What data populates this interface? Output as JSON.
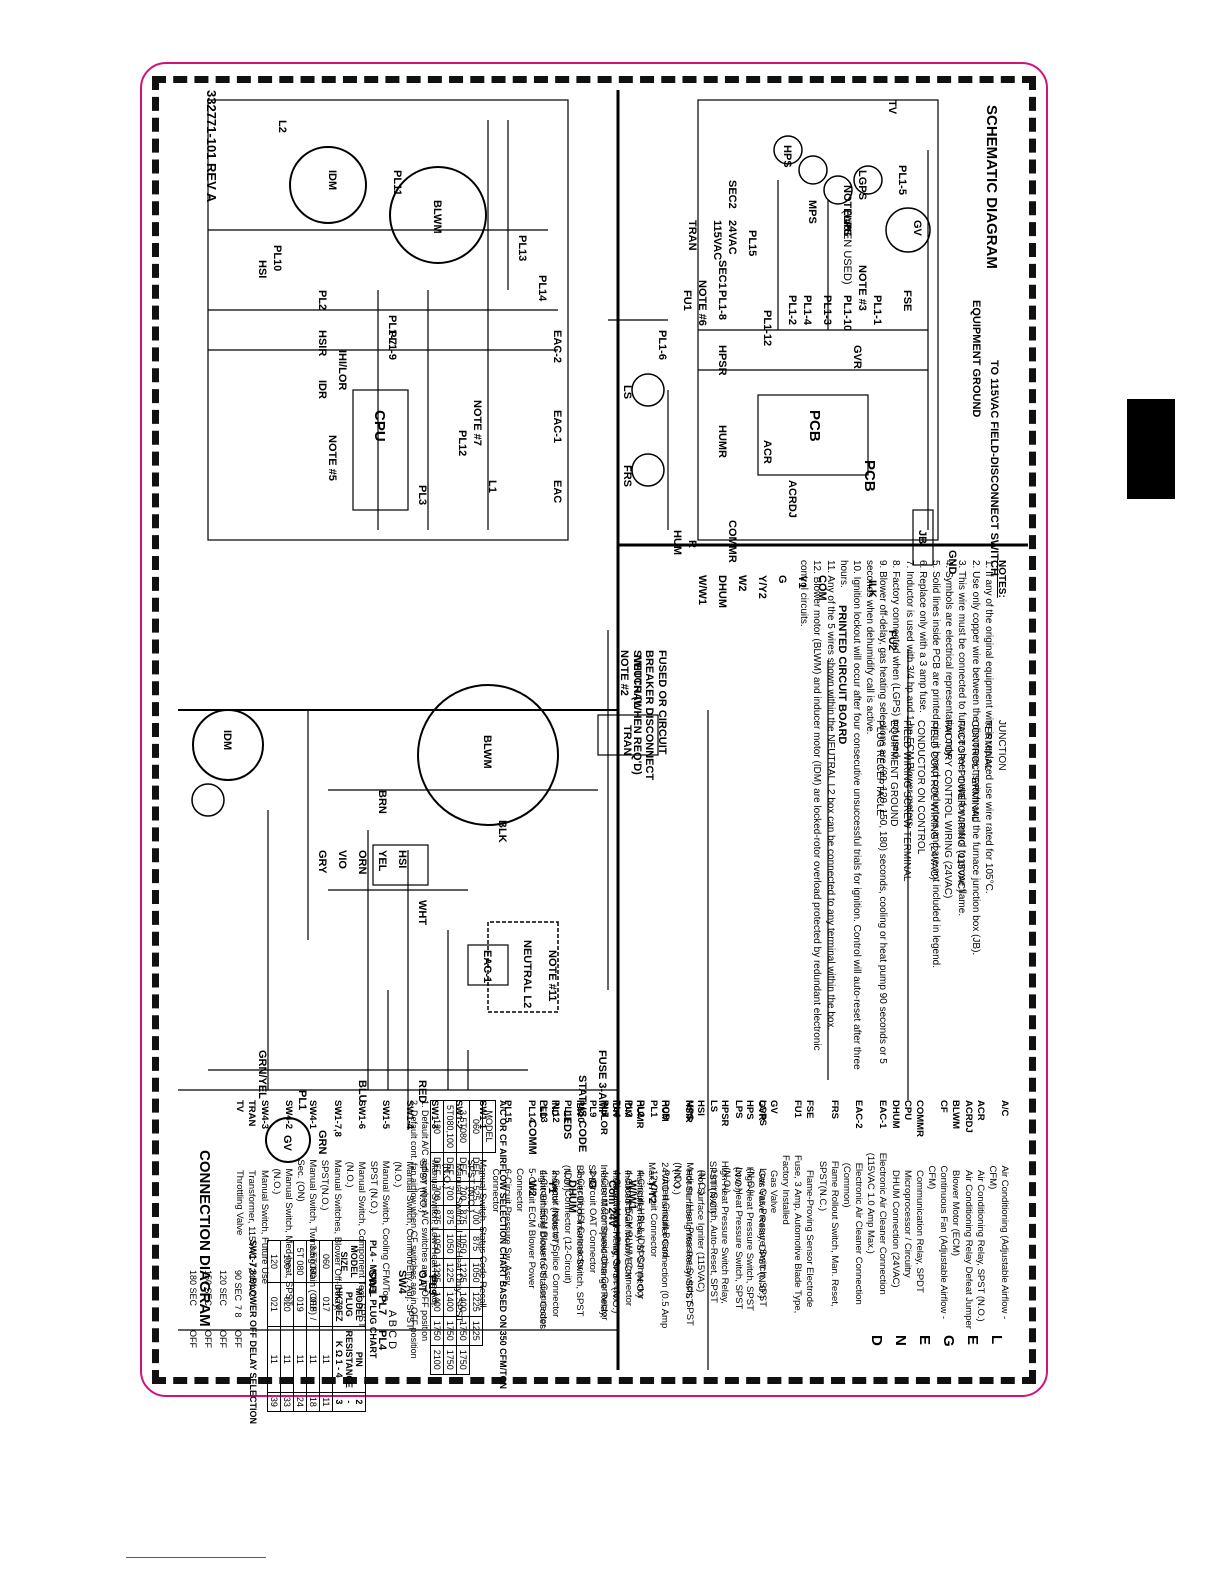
{
  "schematic": {
    "title": "SCHEMATIC DIAGRAM",
    "disconnect": "TO 115VAC FIELD-DISCONNECT SWITCH",
    "ground": "EQUIPMENT GROUND",
    "part_number": "332771-101 REV A",
    "components": [
      "IDM",
      "BLWM",
      "HSI",
      "CPU",
      "PCB",
      "HSIR",
      "IHI/LOR",
      "IDR",
      "EAC",
      "EAC-1",
      "EAC-2",
      "FRS",
      "LS",
      "HUMR",
      "ACR",
      "ACRDJ",
      "HPSR",
      "GVR",
      "HPS",
      "MPS",
      "LPS",
      "LGPS",
      "TRAN",
      "TV",
      "GV",
      "FU1",
      "FSE",
      "HUM",
      "COMMR"
    ],
    "connectors": [
      "PL1-7",
      "PL1-8",
      "PL1-9",
      "PL1-6",
      "PL1-12",
      "PL1-2",
      "PL1-4",
      "PL1-3",
      "PL1-10",
      "PL1-1",
      "PL1-5",
      "PL2",
      "PL3",
      "PL10",
      "PL11",
      "PL12",
      "PL13",
      "PL14",
      "PL15",
      "L1",
      "L2",
      "SEC1",
      "SEC2"
    ],
    "labels": {
      "note5": "NOTE #5",
      "note6": "NOTE #6",
      "note7": "NOTE #7",
      "note3": "NOTE #3",
      "note8": "NOTE #8",
      "when_used": "(WHEN USED)",
      "vac115": "115VAC",
      "vac24": "24VAC",
      "pcb_label": "PCB",
      "printed_circuit_board": "PRINTED CIRCUIT BOARD",
      "terminals": [
        "W/W1",
        "DHUM",
        "W2",
        "Y/Y2",
        "G",
        "Y1",
        "COM",
        "R",
        "HUM"
      ]
    }
  },
  "notes": {
    "heading": "NOTES:",
    "items": [
      "1. If any of the original equipment wire is replaced use wire rated for 105°C.",
      "2. Use only copper wire between the disconnect switch and the furnace junction box (JB).",
      "3. This wire must be connected to furnace sheet metal for control to prove flame.",
      "4. Symbols are electrical representation only.",
      "5. Solid lines inside PCB are printed circuit board conductors and are not included in legend.",
      "6. Replace only with a 3 amp fuse.",
      "7. Inductor is used with 3/4 hp and 1 hp ECM Blower motors.",
      "8. Factory connected when (LGPS) not used.",
      "9. Blower off-delay, gas heating selections are (90, 120, 150, 180) seconds, cooling or heat pump 90 seconds or 5 seconds when dehumidify call is active.",
      "10. Ignition lockout will occur after four consecutive unsuccessful trials for ignition. Control will auto-reset after three hours.",
      "11. Any of the 5 wires shown within the NEUTRAL L2 box can be connected to any terminal within the box.",
      "12. Blower motor (BLWM) and inducer motor (IDM) are locked-rotor overload protected by redundant electronic control circuits."
    ]
  },
  "connection": {
    "title": "CONNECTION DIAGRAM",
    "fused": "FUSED OR CIRCUIT BREAKER DISCONNECT SWITCH (WHEN REQ'D) NOTE #2",
    "neutral": "NEUTRAL",
    "jb": "JB",
    "ilk": "ILK",
    "gnd": "GND",
    "fu2": "FU2",
    "wire_colors": [
      "BRN",
      "GRY",
      "VIO",
      "ORN",
      "YEL",
      "WHT",
      "BLK",
      "BLU",
      "RED",
      "GRN",
      "GRN/YEL"
    ],
    "neutral_l2": "NEUTRAL L2",
    "note11": "NOTE #11",
    "fuse": "FUSE 3-AMP",
    "status_code": "STATUS CODE",
    "leds": "LEDS",
    "comm": "COMM",
    "oat": "OAT",
    "sw4": "SW4",
    "sw1": "SW1",
    "pl9": "PL9",
    "pl7": "PL7",
    "pl4": "PL4",
    "pl1": "PL1",
    "abcd": "A B C D",
    "terminals": [
      "W2",
      "Y1",
      "DHUM",
      "G",
      "Com 24V",
      "W/W1",
      "Y/Y2"
    ]
  },
  "blower_table": {
    "title": "SW1-7,8 BLOWER OFF DELAY SELECTION",
    "headers": [
      "90 SEC",
      "120 SEC",
      "150 SEC",
      "180 SEC"
    ],
    "switch": "7 8",
    "states": [
      "OFF",
      "OFF",
      "OFF",
      "OFF"
    ]
  },
  "plug_chart": {
    "title": "PL4 - MODEL PLUG CHART",
    "headers": [
      "MODEL SIZE",
      "MODEL PLUG HK70EZ",
      "PIN RESISTANCE K Ω 1 - 4",
      "2 - 3"
    ],
    "rows": [
      [
        "060",
        "017",
        "11",
        "11"
      ],
      [
        "3.5T080",
        "018",
        "11",
        "18"
      ],
      [
        "5T 080",
        "019",
        "11",
        "24"
      ],
      [
        "100",
        "020",
        "11",
        "33"
      ],
      [
        "120",
        "021",
        "11",
        "39"
      ]
    ]
  },
  "airflow_chart": {
    "title": "A/C OR CF AIRFLOW SELECTION CHART BASED ON 350 CFM/TON",
    "rows": [
      [
        "MODEL",
        "",
        "",
        "",
        "",
        "",
        ""
      ],
      [
        "060",
        "DEF.",
        "525",
        "700",
        "875",
        "1050",
        "1225",
        "1225"
      ],
      [
        "3.5T080",
        "DEF.",
        "700",
        "875",
        "1050",
        "1225",
        "1400",
        "1750",
        "1750"
      ],
      [
        "5T080,100",
        "DEF.",
        "700",
        "875",
        "1050",
        "1225",
        "1400",
        "1750",
        "1750"
      ],
      [
        "120",
        "DEF.",
        "700",
        "875",
        "1050",
        "1225",
        "1400",
        "1750",
        "2100"
      ]
    ],
    "note1": "1. Default A/C airflow when A/C switches are in OFF position",
    "note2": "2. Default cont. fan airflow when CF switches are in OFF position"
  },
  "symbols": {
    "items": [
      "JUNCTION",
      "TERMINAL",
      "CONTROL TERMINAL",
      "FACTORY POWER WIRING (115VAC)",
      "FACTORY CONTROL WIRING (24VAC)",
      "FIELD CONTROL WIRING (24VAC)",
      "CONDUCTOR ON CONTROL",
      "FIELD WIRING SCREW TERMINAL",
      "EQUIPMENT GROUND",
      "PLUG RECEPTACLE"
    ]
  },
  "legend": {
    "letters": [
      "L",
      "E",
      "G",
      "E",
      "N",
      "D"
    ],
    "col1": [
      [
        "A/C",
        "Air Conditioning (Adjustable Airflow -CFM)"
      ],
      [
        "ACR",
        "Air Conditioning Relay, SPST (N.O.)"
      ],
      [
        "ACRDJ",
        "Air Conditioning Relay Defeat Jumper"
      ],
      [
        "BLWM",
        "Blower Motor (ECM)"
      ],
      [
        "CF",
        "Continuous Fan (Adjustable Airflow -CFM)"
      ],
      [
        "COMMR",
        "Communication Relay, SPDT"
      ],
      [
        "CPU",
        "Microprocessor / Circuitry"
      ],
      [
        "DHUM",
        "DHUM Connection (24VAC)"
      ],
      [
        "EAC-1",
        "Electronic Air Cleaner Connection (115VAC 1.0 Amp Max.)"
      ],
      [
        "EAC-2",
        "Electronic Air Cleaner Connection (Common)"
      ],
      [
        "FRS",
        "Flame Rollout Switch, Man. Reset, SPST(N.C.)"
      ],
      [
        "FSE",
        "Flame-Proving Sensor Electrode"
      ],
      [
        "FU1",
        "Fuse, 3 Amp, Automotive Blade Type, Factory Installed"
      ],
      [
        "GV",
        "Gas Valve"
      ],
      [
        "GVR",
        "Gas Valve Relay, DPST (N.O.)"
      ],
      [
        "HPS",
        "High-Heat Pressure Switch, SPST (N.O.)"
      ],
      [
        "HPSR",
        "High-Heat Pressure Switch Relay, SPST (N.C.)"
      ],
      [
        "HSI",
        "Hot Surface Igniter (115VAC)"
      ],
      [
        "HSIR",
        "Hot Surface Igniter Relay, SPST (N.O.)"
      ],
      [
        "HUM",
        "24VAC Humidifier Connection (0.5 Amp Max.)"
      ],
      [
        "HUMR",
        "Humidifier Relay, SPST (N.O.)"
      ],
      [
        "IDM",
        "Induced Draft Motor, ECM"
      ],
      [
        "IDR",
        "Inducer Motor Relay, SPST (N.O.)"
      ],
      [
        "IHI/LOR",
        "Inducer Motor Speed Change Relay, SPDT"
      ],
      [
        "ILK",
        "Blower Door Interlock Switch, SPST (N.O.)"
      ],
      [
        "IND",
        "Inductor (Note #7)"
      ],
      [
        "LED",
        "Light-Emitting Diode for Status Codes"
      ]
    ],
    "col2": [
      [
        "LGPS",
        "Low Gas Pressure Switch, SPST (N.O.)"
      ],
      [
        "LPS",
        "Low-Heat Pressure Switch, SPST (N.O.)"
      ],
      [
        "LS",
        "Limit Switch, Auto-Reset, SPST (N.C.)"
      ],
      [
        "MPS",
        "Medium - Heat Pressure Switch, SPST (N.O.)"
      ],
      [
        "PCB",
        "Printed Circuit Board"
      ],
      [
        "PL1",
        "12-Circuit Connector"
      ],
      [
        "PL2",
        "4-Circuit HSI & IDM Connector"
      ],
      [
        "PL3",
        "4-Circuit ECM BLWM Connector"
      ],
      [
        "PL4",
        "4-Circuit Model Plug Connector"
      ],
      [
        "PL7",
        "4-Circuit Communication Connector"
      ],
      [
        "PL9",
        "2-Circuit OAT Connector"
      ],
      [
        "PL10",
        "2-Circuit HSI Connector"
      ],
      [
        "PL11",
        "IDM Connector (12-Circuit)"
      ],
      [
        "PL12",
        "2-Circuit Inductor Splice Connector"
      ],
      [
        "PL13",
        "4-Circuit ECM Blower Ctrl. Connector"
      ],
      [
        "PL14",
        "5-Circuit ECM Blower Power Connector"
      ],
      [
        "PL15",
        "6-Circuit Pressure Sw. Assy. Connector"
      ],
      [
        "SW1-1",
        "Manual Switch, Status Code Recall, SPST (N.O.)"
      ],
      [
        "SW1-2",
        "Manual Switch, Low-Heat Only, SPST (N.O.)"
      ],
      [
        "SW1-3",
        "Manual Switch, Low-Heat Rise Adj. SPST (N.O.)"
      ],
      [
        "SW1-4",
        "Manual Switch, Comfort/Effy. Adj. SPST (N.O.)"
      ],
      [
        "SW1-5",
        "Manual Switch, Cooling CFM/Ton, SPST (N.O.)"
      ],
      [
        "SW1-6",
        "Manual Switch, Component Test, SPST (N.O.)"
      ],
      [
        "SW1-7,8",
        "Manual Switches, Blower Off-Delay, SPST(N.O.)"
      ],
      [
        "SW4-1",
        "Manual Switch, Twinning Main (OFF) / Sec. (ON)"
      ],
      [
        "SW4-2",
        "Manual Switch, Med-heat, SPST (N.O.)"
      ],
      [
        "SW4-3",
        "Manual Switch, Future Use"
      ],
      [
        "TRAN",
        "Transformer, 115VAC / 24VAC"
      ],
      [
        "TV",
        "Throttling Valve"
      ]
    ]
  },
  "colors": {
    "frame": "#d1127a",
    "ink": "#000000",
    "footer_link": "#3b55c9"
  }
}
